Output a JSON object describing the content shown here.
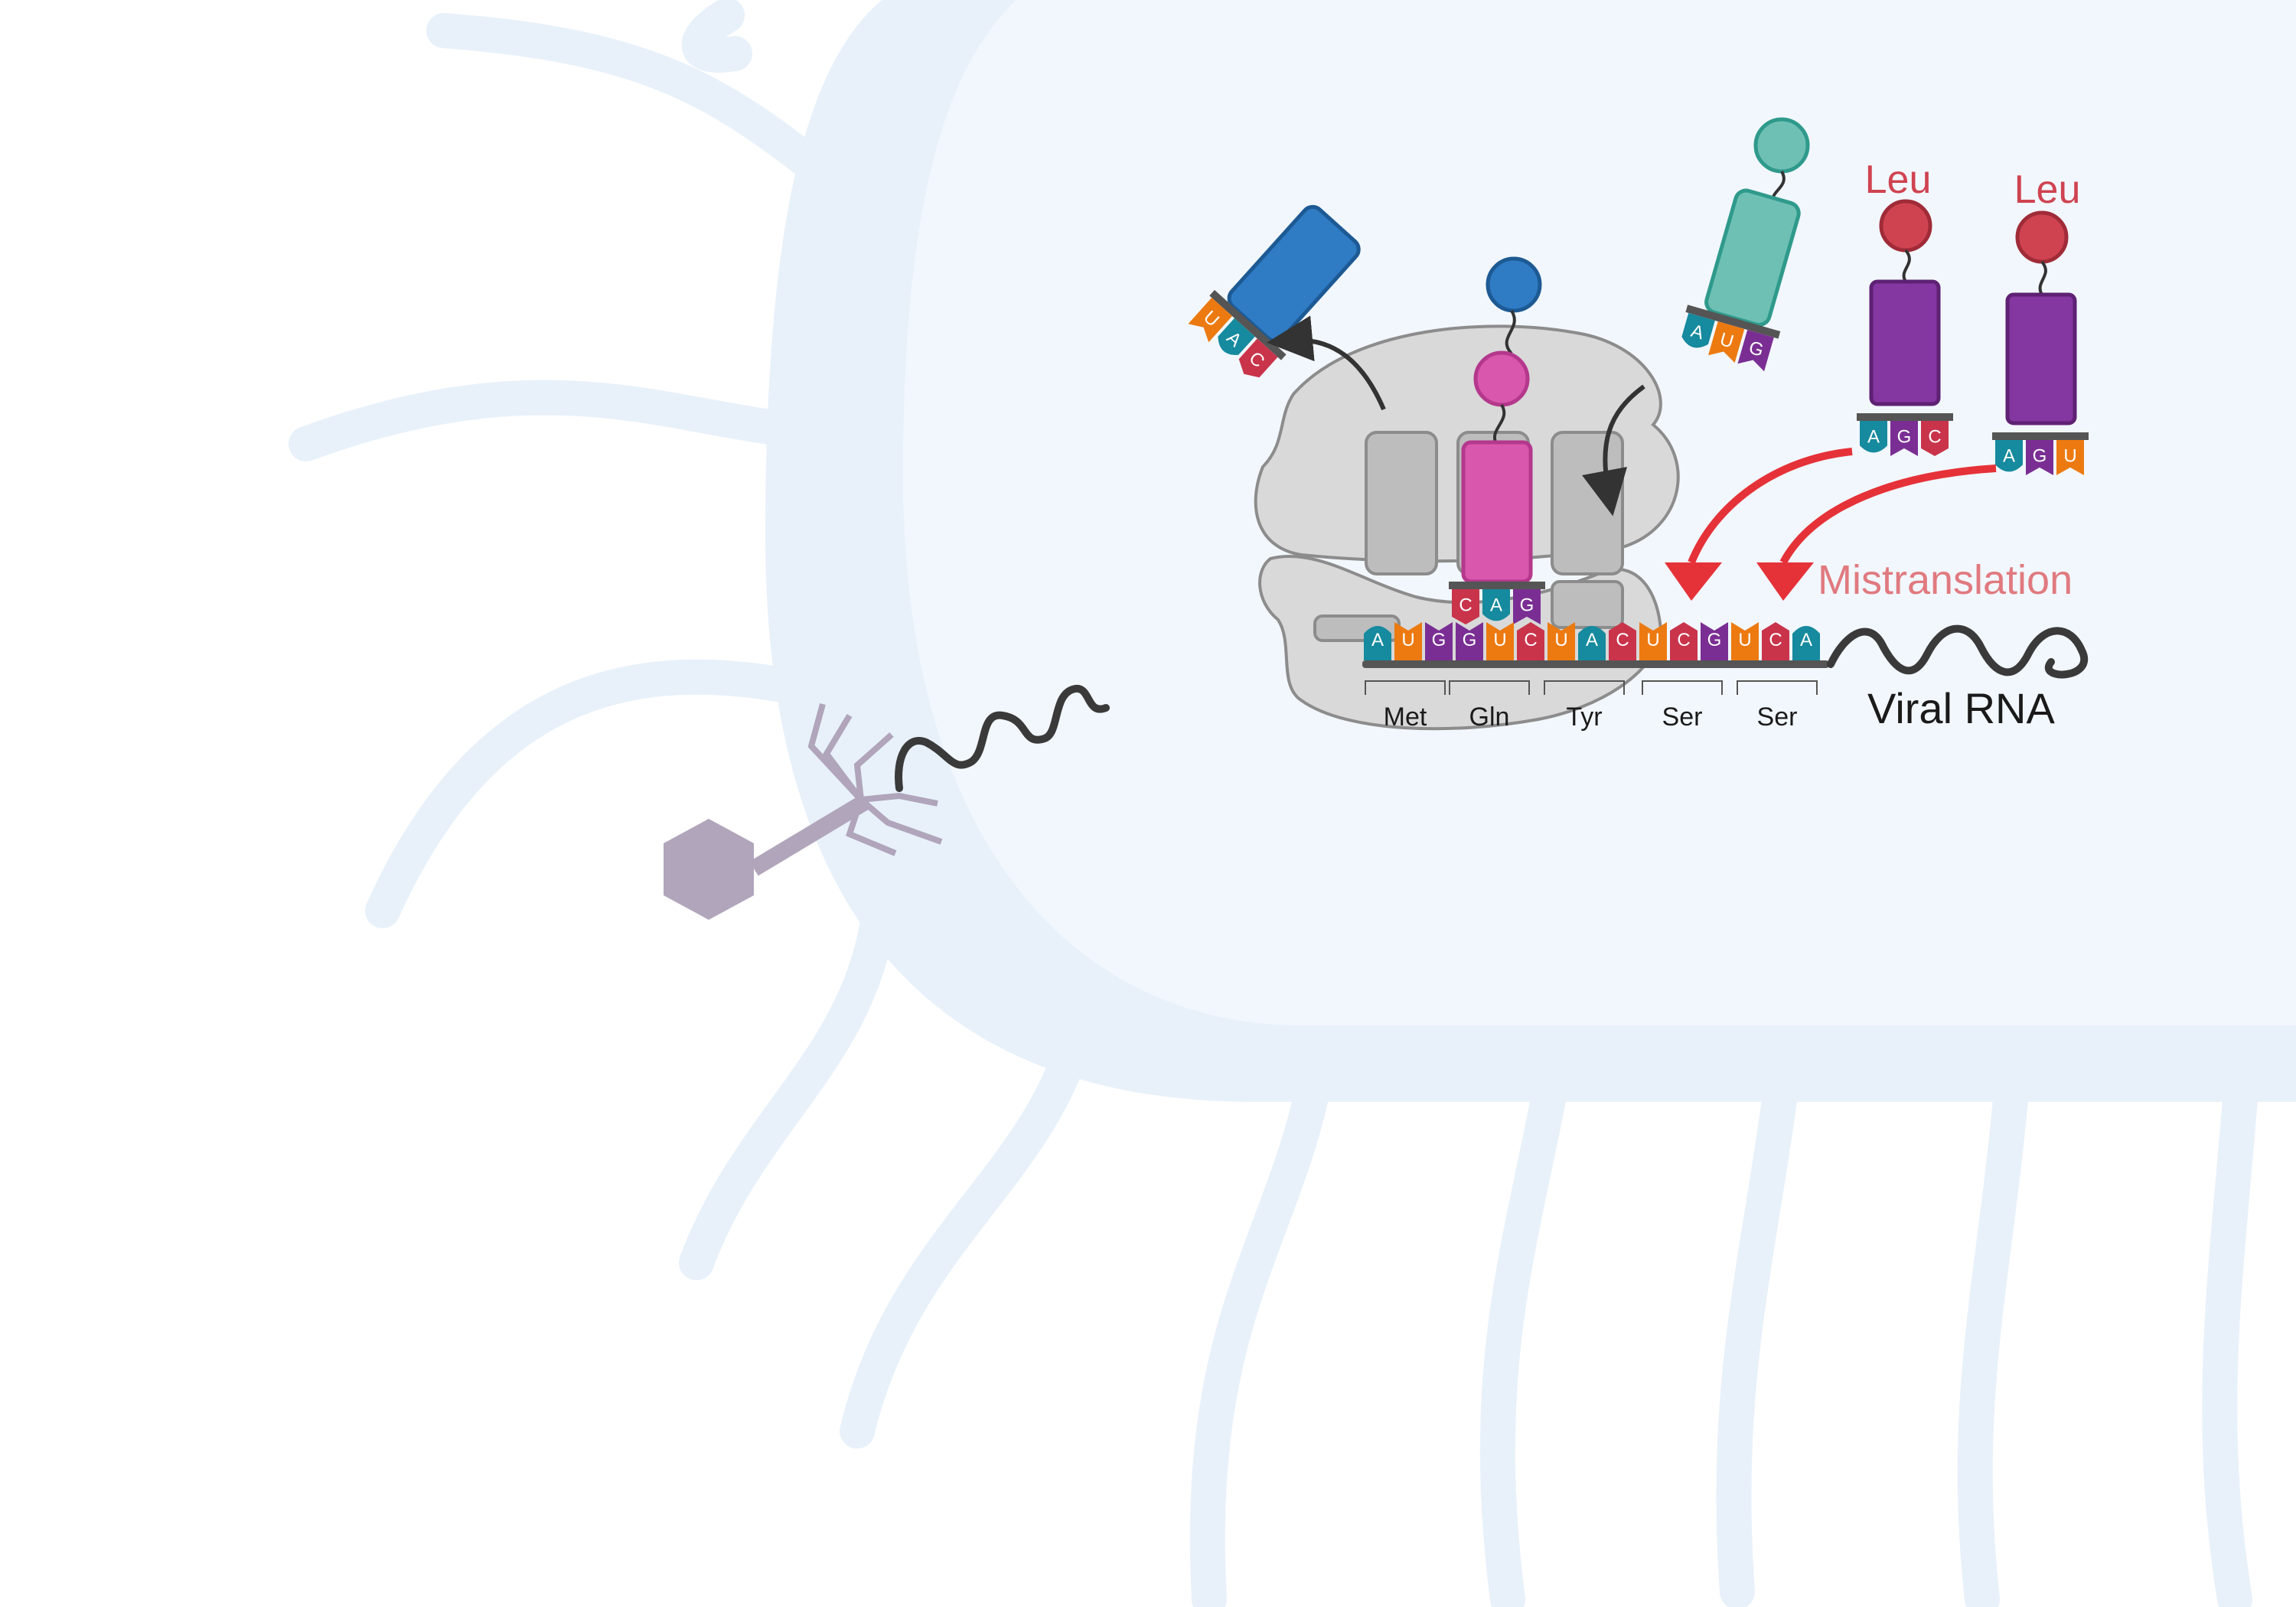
{
  "colors": {
    "cell_fill": "#e8f1fa",
    "cell_inner": "#f2f7fd",
    "ribosome_fill": "#d9d9d9",
    "ribosome_stroke": "#8c8c8c",
    "trna_exit": "#2f7bc4",
    "trna_p_site": "#d957ad",
    "trna_incoming": "#6fc0b4",
    "trna_leu": "#8436a1",
    "amino_leu": "#cf4350",
    "arrow_red": "#e53238",
    "mistranslation_text": "#e07a7f",
    "phage": "#b0a5bb",
    "A": "#168a9e",
    "U": "#ec7a10",
    "G": "#7a2e93",
    "C": "#c9344b"
  },
  "labels": {
    "leu_1": "Leu",
    "leu_2": "Leu",
    "mistranslation": "Mistranslation",
    "viral_rna": "Viral RNA"
  },
  "codons": [
    "Met",
    "Gln",
    "Tyr",
    "Ser",
    "Ser"
  ],
  "mrna_sequence": [
    "A",
    "U",
    "G",
    "G",
    "U",
    "C",
    "U",
    "A",
    "C",
    "U",
    "C",
    "G",
    "U",
    "C",
    "A"
  ],
  "trnas": {
    "exit_anticodon": [
      "U",
      "A",
      "C"
    ],
    "p_site_anticodon": [
      "C",
      "A",
      "G"
    ],
    "incoming_anticodon": [
      "A",
      "U",
      "G"
    ],
    "leu_1_anticodon": [
      "A",
      "G",
      "C"
    ],
    "leu_2_anticodon": [
      "A",
      "G",
      "U"
    ]
  },
  "icons": [
    "bacterium-cell",
    "ribosome-icon",
    "trna-icon",
    "bacteriophage-icon",
    "viral-rna-strand-icon"
  ]
}
